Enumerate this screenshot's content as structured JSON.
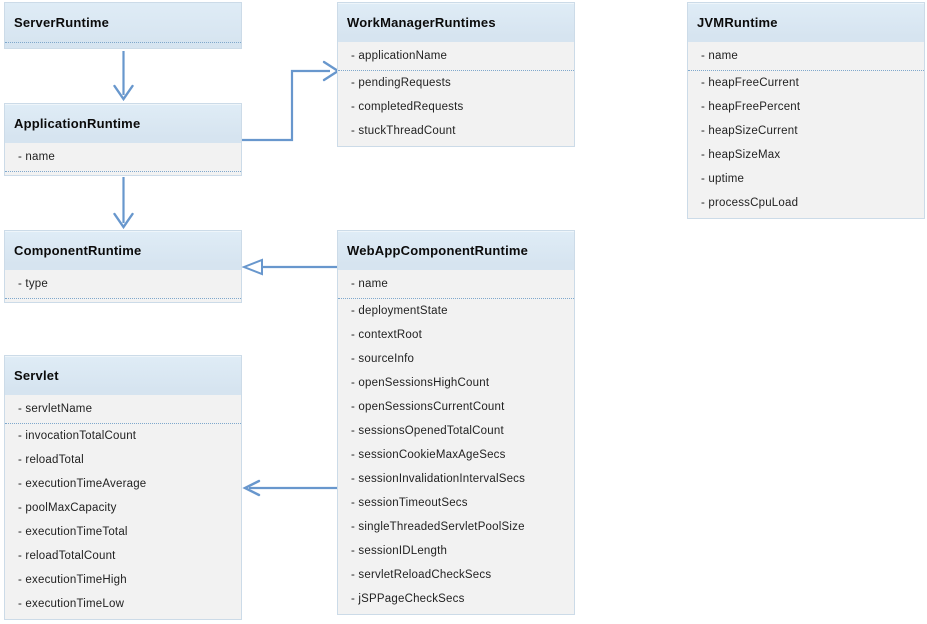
{
  "diagram_type": "uml-class-diagram",
  "attribute_prefix": "- ",
  "colors": {
    "header_bg": "#d6e4f0",
    "body_bg": "#f2f2f2",
    "connector": "#6897cd",
    "separator_dotted": "#7fa8cc"
  },
  "classes": [
    {
      "title": "ServerRuntime",
      "key_attribute": null,
      "attributes": []
    },
    {
      "title": "ApplicationRuntime",
      "key_attribute": "name",
      "attributes": []
    },
    {
      "title": "ComponentRuntime",
      "key_attribute": "type",
      "attributes": []
    },
    {
      "title": "Servlet",
      "key_attribute": "servletName",
      "attributes": [
        "invocationTotalCount",
        "reloadTotal",
        "executionTimeAverage",
        "poolMaxCapacity",
        "executionTimeTotal",
        "reloadTotalCount",
        "executionTimeHigh",
        "executionTimeLow"
      ]
    },
    {
      "title": "WorkManagerRuntimes",
      "key_attribute": "applicationName",
      "attributes": [
        "pendingRequests",
        "completedRequests",
        "stuckThreadCount"
      ]
    },
    {
      "title": "WebAppComponentRuntime",
      "key_attribute": "name",
      "attributes": [
        "deploymentState",
        "contextRoot",
        "sourceInfo",
        "openSessionsHighCount",
        "openSessionsCurrentCount",
        "sessionsOpenedTotalCount",
        "sessionCookieMaxAgeSecs",
        "sessionInvalidationIntervalSecs",
        "sessionTimeoutSecs",
        "singleThreadedServletPoolSize",
        "sessionIDLength",
        "servletReloadCheckSecs",
        "jSPPageCheckSecs"
      ]
    },
    {
      "title": "JVMRuntime",
      "key_attribute": "name",
      "attributes": [
        "heapFreeCurrent",
        "heapFreePercent",
        "heapSizeCurrent",
        "heapSizeMax",
        "uptime",
        "processCpuLoad"
      ]
    }
  ],
  "relations": [
    {
      "from": "ServerRuntime",
      "to": "ApplicationRuntime",
      "arrowhead": "open-arrow"
    },
    {
      "from": "ApplicationRuntime",
      "to": "WorkManagerRuntimes",
      "arrowhead": "open-arrow"
    },
    {
      "from": "ApplicationRuntime",
      "to": "ComponentRuntime",
      "arrowhead": "open-arrow"
    },
    {
      "from": "WebAppComponentRuntime",
      "to": "ComponentRuntime",
      "arrowhead": "hollow-triangle"
    },
    {
      "from": "WebAppComponentRuntime",
      "to": "Servlet",
      "arrowhead": "open-arrow"
    }
  ]
}
